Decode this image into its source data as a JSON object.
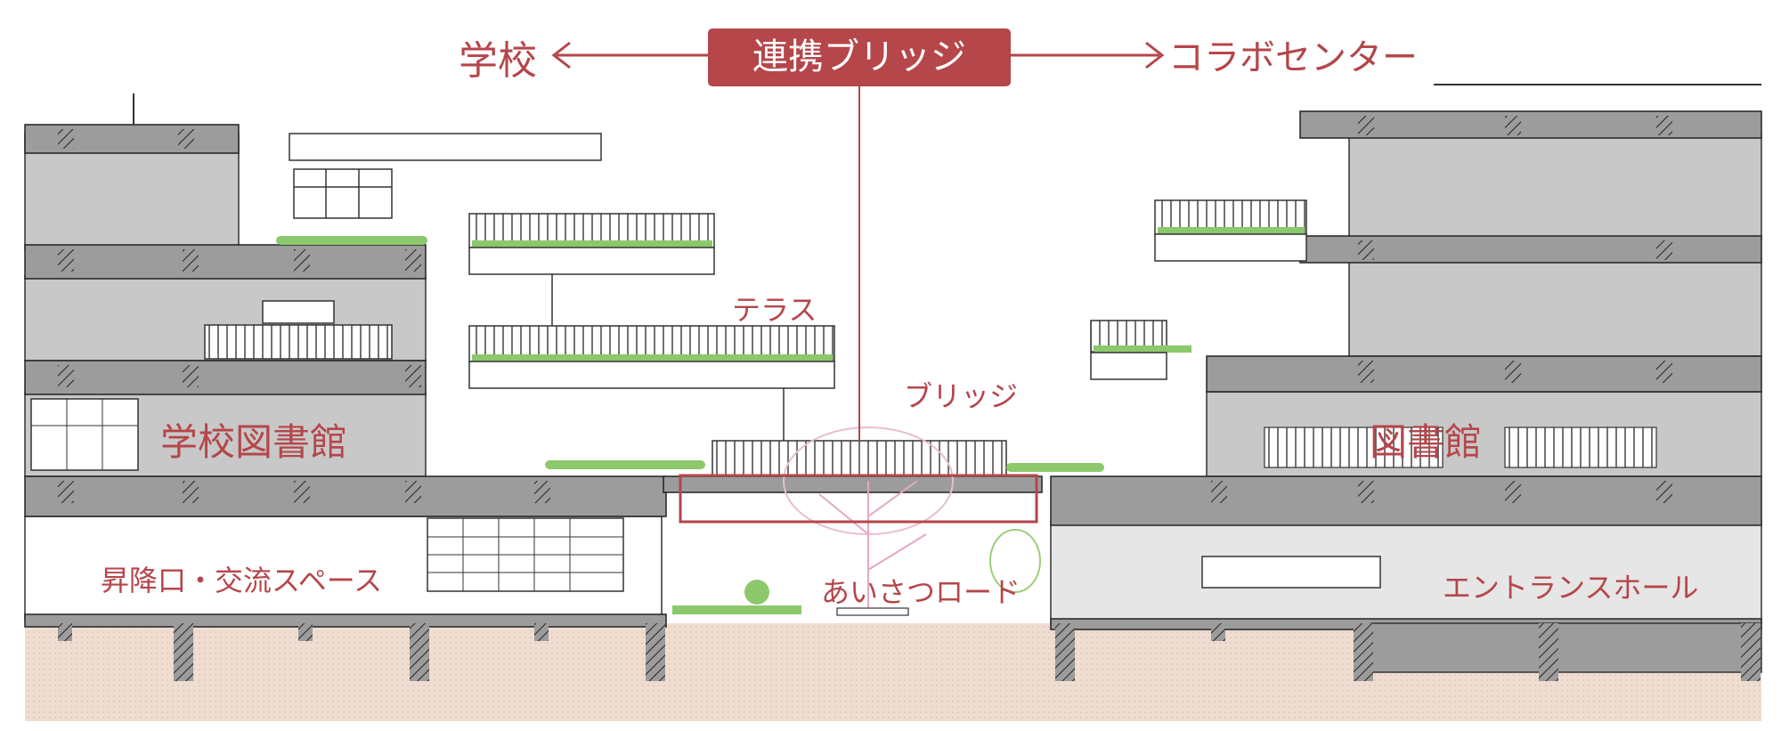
{
  "title": "連携ブリッジ",
  "left_destination": "学校",
  "right_destination": "コラボセンター",
  "labels": {
    "terrace": "テラス",
    "bridge": "ブリッジ",
    "school_library": "学校図書館",
    "library": "図書館",
    "entrance_exchange": "昇降口・交流スペース",
    "greeting_road": "あいさつロード",
    "entrance_hall": "エントランスホール"
  },
  "colors": {
    "accent": "#b5464a",
    "structure": "#9c9c9c",
    "ground": "#f0ddd2",
    "greenery": "#8cc86c"
  }
}
